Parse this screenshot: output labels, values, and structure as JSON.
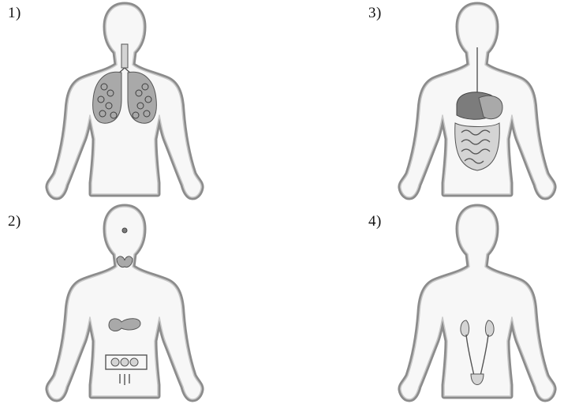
{
  "panels": [
    {
      "label": "1)",
      "system": "respiratory"
    },
    {
      "label": "3)",
      "system": "digestive"
    },
    {
      "label": "2)",
      "system": "endocrine"
    },
    {
      "label": "4)",
      "system": "urinary"
    }
  ]
}
